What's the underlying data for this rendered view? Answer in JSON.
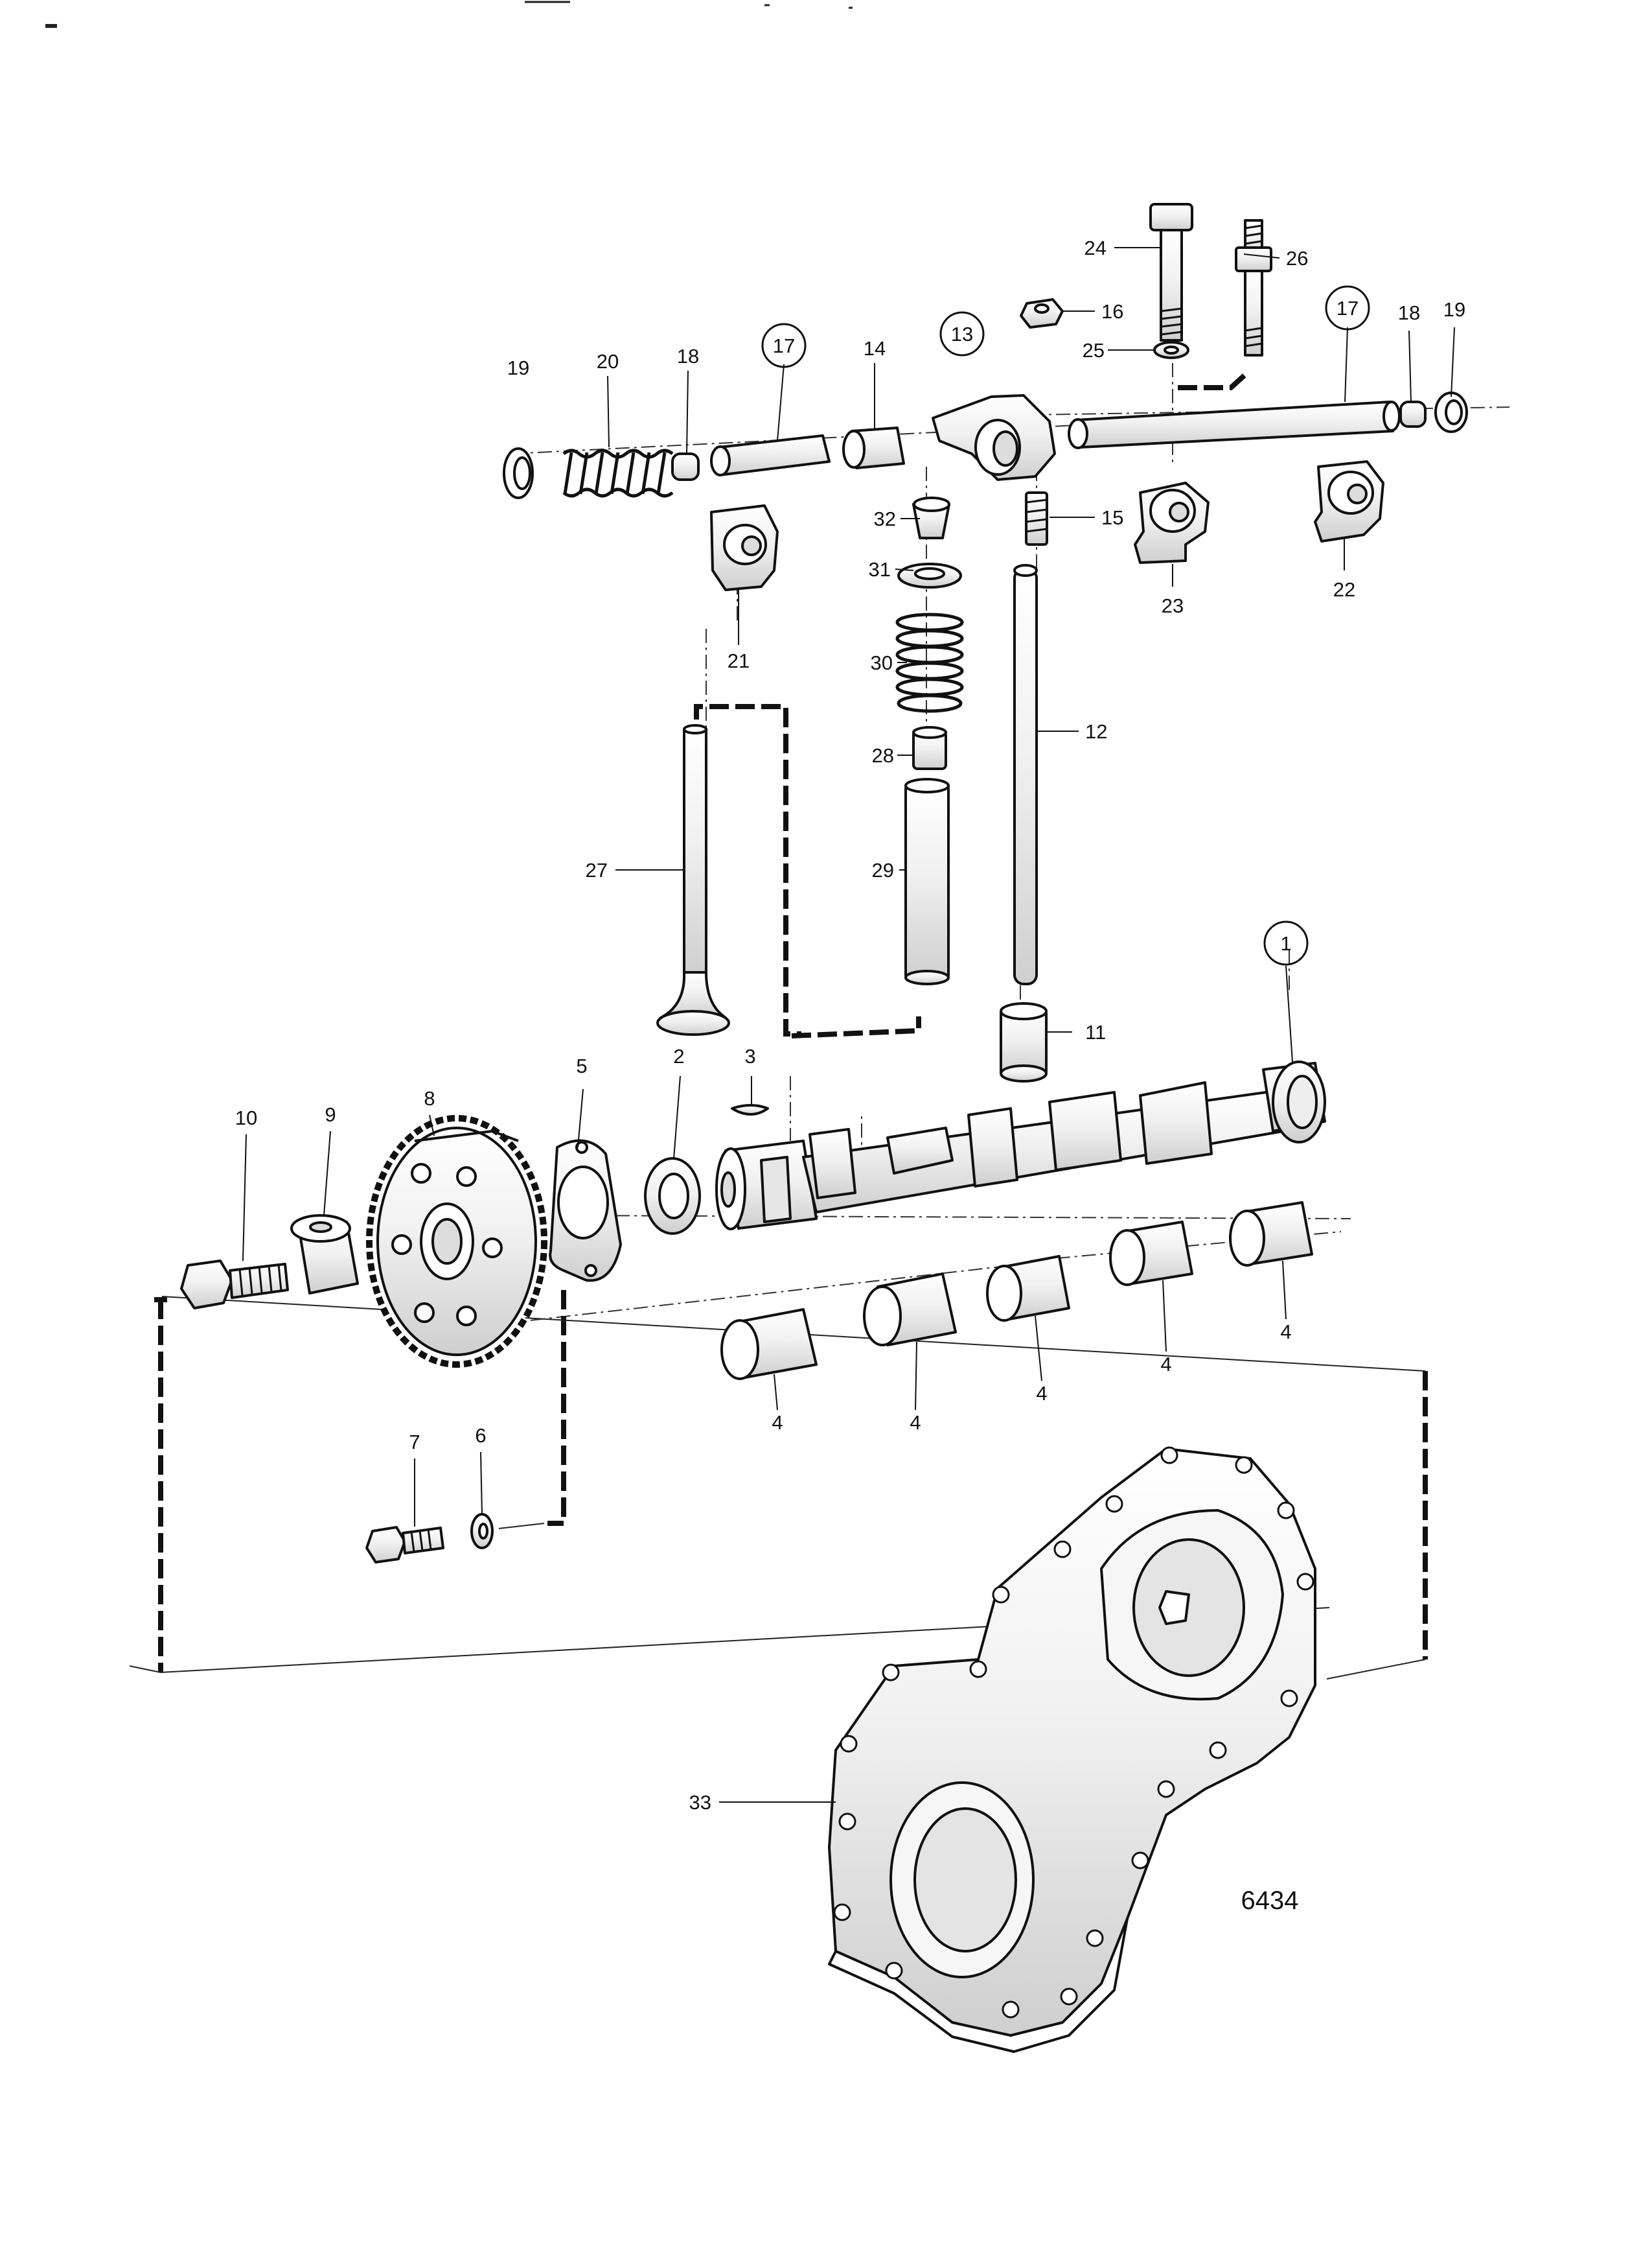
{
  "figure_number": "6434",
  "parts": [
    {
      "ref": "1",
      "label": "1",
      "circled": true
    },
    {
      "ref": "2",
      "label": "2",
      "circled": false
    },
    {
      "ref": "3",
      "label": "3",
      "circled": false
    },
    {
      "ref": "4",
      "label": "4",
      "circled": false
    },
    {
      "ref": "5",
      "label": "5",
      "circled": false
    },
    {
      "ref": "6",
      "label": "6",
      "circled": false
    },
    {
      "ref": "7",
      "label": "7",
      "circled": false
    },
    {
      "ref": "8",
      "label": "8",
      "circled": false
    },
    {
      "ref": "9",
      "label": "9",
      "circled": false
    },
    {
      "ref": "10",
      "label": "10",
      "circled": false
    },
    {
      "ref": "11",
      "label": "11",
      "circled": false
    },
    {
      "ref": "12",
      "label": "12",
      "circled": false
    },
    {
      "ref": "13",
      "label": "13",
      "circled": true
    },
    {
      "ref": "14",
      "label": "14",
      "circled": false
    },
    {
      "ref": "15",
      "label": "15",
      "circled": false
    },
    {
      "ref": "16",
      "label": "16",
      "circled": false
    },
    {
      "ref": "17",
      "label": "17",
      "circled": true
    },
    {
      "ref": "18",
      "label": "18",
      "circled": false
    },
    {
      "ref": "19",
      "label": "19",
      "circled": false
    },
    {
      "ref": "20",
      "label": "20",
      "circled": false
    },
    {
      "ref": "21",
      "label": "21",
      "circled": false
    },
    {
      "ref": "22",
      "label": "22",
      "circled": false
    },
    {
      "ref": "23",
      "label": "23",
      "circled": false
    },
    {
      "ref": "24",
      "label": "24",
      "circled": false
    },
    {
      "ref": "25",
      "label": "25",
      "circled": false
    },
    {
      "ref": "26",
      "label": "26",
      "circled": false
    },
    {
      "ref": "27",
      "label": "27",
      "circled": false
    },
    {
      "ref": "28",
      "label": "28",
      "circled": false
    },
    {
      "ref": "29",
      "label": "29",
      "circled": false
    },
    {
      "ref": "30",
      "label": "30",
      "circled": false
    },
    {
      "ref": "31",
      "label": "31",
      "circled": false
    },
    {
      "ref": "32",
      "label": "32",
      "circled": false
    },
    {
      "ref": "33",
      "label": "33",
      "circled": false
    }
  ]
}
